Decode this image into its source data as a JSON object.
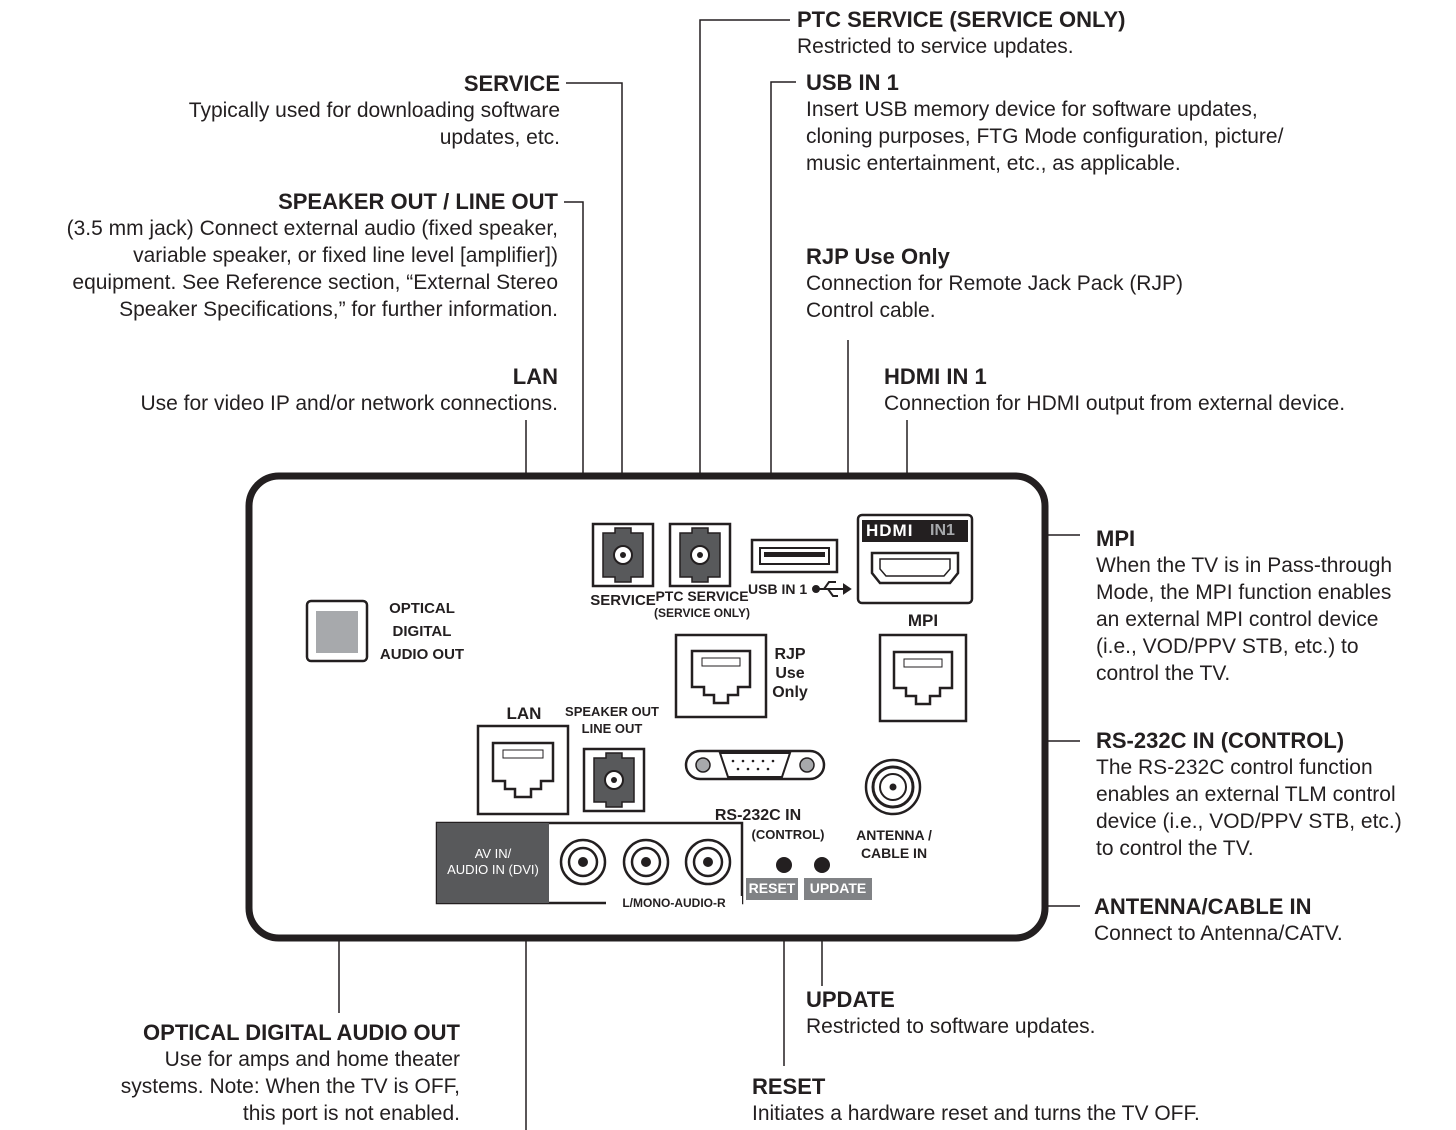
{
  "callouts": {
    "ptc_service": {
      "title": "PTC SERVICE (SERVICE ONLY)",
      "desc": "Restricted to service updates."
    },
    "service": {
      "title": "SERVICE",
      "desc": [
        "Typically used for downloading software",
        "updates, etc."
      ]
    },
    "usb_in_1": {
      "title": "USB IN 1",
      "desc": [
        "Insert USB memory device for software updates,",
        "cloning purposes, FTG Mode configuration, picture/",
        "music entertainment, etc., as applicable."
      ]
    },
    "speaker_out": {
      "title": "SPEAKER OUT / LINE OUT",
      "desc": [
        "(3.5 mm jack) Connect external audio (fixed speaker,",
        "variable speaker, or fixed line level [amplifier])",
        "equipment. See Reference section, “External Stereo",
        "Speaker Specifications,” for further information."
      ]
    },
    "rjp": {
      "title": "RJP Use Only",
      "desc": [
        "Connection for Remote Jack Pack (RJP)",
        "Control cable."
      ]
    },
    "lan": {
      "title": "LAN",
      "desc": "Use for video IP and/or network connections."
    },
    "hdmi_in_1": {
      "title": "HDMI IN 1",
      "desc": "Connection for HDMI output from external device."
    },
    "mpi": {
      "title": "MPI",
      "desc": [
        "When the TV is in Pass-through",
        "Mode, the MPI function enables",
        "an external MPI control device",
        "(i.e., VOD/PPV STB, etc.) to",
        "control the TV."
      ]
    },
    "rs232c": {
      "title": "RS-232C IN (CONTROL)",
      "desc": [
        "The RS-232C control function",
        "enables an external TLM control",
        "device (i.e., VOD/PPV STB, etc.)",
        "to control the TV."
      ]
    },
    "antenna": {
      "title": "ANTENNA/CABLE IN",
      "desc": "Connect to Antenna/CATV."
    },
    "update": {
      "title": "UPDATE",
      "desc": "Restricted to software updates."
    },
    "optical": {
      "title": "OPTICAL DIGITAL AUDIO OUT",
      "desc": [
        "Use for amps and home theater",
        "systems. Note: When the TV is OFF,",
        "this port is not enabled."
      ]
    },
    "reset": {
      "title": "RESET",
      "desc": "Initiates a hardware reset and turns the TV OFF."
    }
  },
  "panel": {
    "service": "SERVICE",
    "ptc_service": "PTC SERVICE",
    "ptc_service_sub": "(SERVICE ONLY)",
    "usb": "USB IN 1",
    "hdmi_logo": "HDMI",
    "hdmi_in": "IN1",
    "mpi": "MPI",
    "optical": [
      "OPTICAL",
      "DIGITAL",
      "AUDIO OUT"
    ],
    "rjp": [
      "RJP",
      "Use",
      "Only"
    ],
    "lan": "LAN",
    "speaker": [
      "SPEAKER OUT",
      "LINE OUT"
    ],
    "rs232": "RS-232C IN",
    "rs232_sub": "(CONTROL)",
    "antenna": [
      "ANTENNA /",
      "CABLE IN"
    ],
    "av_in": [
      "AV IN/",
      "AUDIO IN (DVI)"
    ],
    "audio_lr": "L/MONO-AUDIO-R",
    "reset": "RESET",
    "update": "UPDATE"
  },
  "icons": [
    "usb-icon"
  ],
  "colors": {
    "ink": "#231f20",
    "panel_dark": "#58595b",
    "optical_fill": "#a7a9ac",
    "label_bg": "#808285"
  }
}
